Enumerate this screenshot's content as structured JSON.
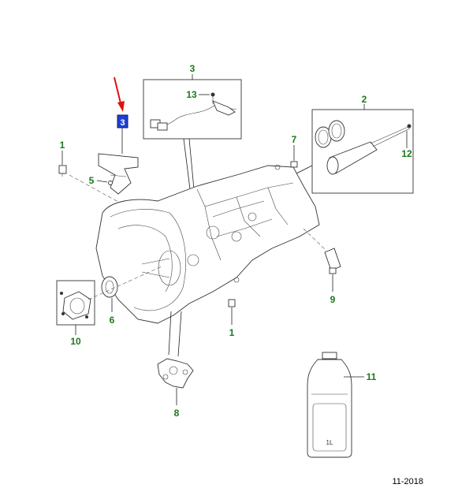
{
  "callouts": [
    {
      "id": "c1a",
      "text": "1"
    },
    {
      "id": "c1b",
      "text": "1"
    },
    {
      "id": "c2",
      "text": "2"
    },
    {
      "id": "c3",
      "text": "3"
    },
    {
      "id": "c5",
      "text": "5"
    },
    {
      "id": "c6",
      "text": "6"
    },
    {
      "id": "c7",
      "text": "7"
    },
    {
      "id": "c8",
      "text": "8"
    },
    {
      "id": "c9",
      "text": "9"
    },
    {
      "id": "c10",
      "text": "10"
    },
    {
      "id": "c11",
      "text": "11"
    },
    {
      "id": "c12",
      "text": "12"
    },
    {
      "id": "c13",
      "text": "13"
    }
  ],
  "highlighted_part": "3",
  "bottle_label": "1L",
  "footer_date": "11-2018",
  "colors": {
    "callout": "#1a7a1a",
    "highlight_box": "#1f3fd0",
    "arrow": "#e01010",
    "line": "#222222"
  }
}
